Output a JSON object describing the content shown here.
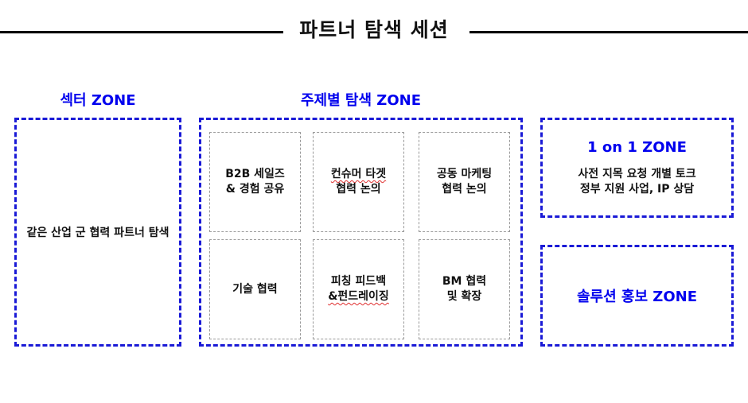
{
  "title": "파트너 탐색 세션",
  "colors": {
    "accent": "#0000ee",
    "border": "#1a1ad6",
    "line": "#000000"
  },
  "sector_zone": {
    "label": "섹터 ZONE",
    "content": "같은 산업 군 협력 파트너 탐색"
  },
  "theme_zone": {
    "label": "주제별 탐색 ZONE",
    "cells": [
      {
        "line1": "B2B 세일즈",
        "line2": "& 경험 공유"
      },
      {
        "line1": "컨슈머 타겟",
        "line2": "협력 논의"
      },
      {
        "line1": "공동 마케팅",
        "line2": "협력 논의"
      },
      {
        "line1": "기술 협력",
        "line2": ""
      },
      {
        "line1": "피칭 피드백",
        "line2": "&펀드레이징"
      },
      {
        "line1": "BM 협력",
        "line2": "및 확장"
      }
    ]
  },
  "one_on_one_zone": {
    "label": "1 on 1 ZONE",
    "line1": "사전 지목 요청 개별 토크",
    "line2": "정부 지원 사업, IP 상담"
  },
  "solution_zone": {
    "label": "솔루션 홍보 ZONE"
  }
}
